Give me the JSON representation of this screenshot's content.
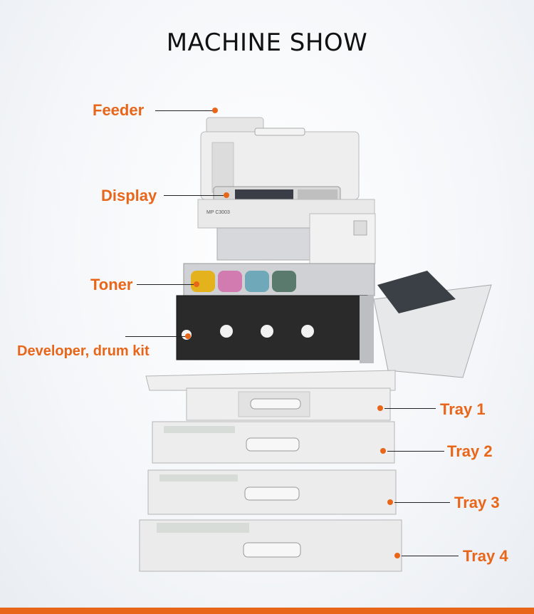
{
  "title": "MACHINE SHOW",
  "model_label": "MP C3003",
  "labels": {
    "feeder": "Feeder",
    "display": "Display",
    "toner": "Toner",
    "developer": "Developer, drum kit",
    "tray1": "Tray 1",
    "tray2": "Tray 2",
    "tray3": "Tray 3",
    "tray4": "Tray 4"
  },
  "colors": {
    "accent": "#e8661a",
    "toner_yellow": "#e3b21d",
    "toner_magenta": "#d27bb0",
    "toner_cyan": "#6fa8b8",
    "toner_black": "#5a7a6e"
  }
}
